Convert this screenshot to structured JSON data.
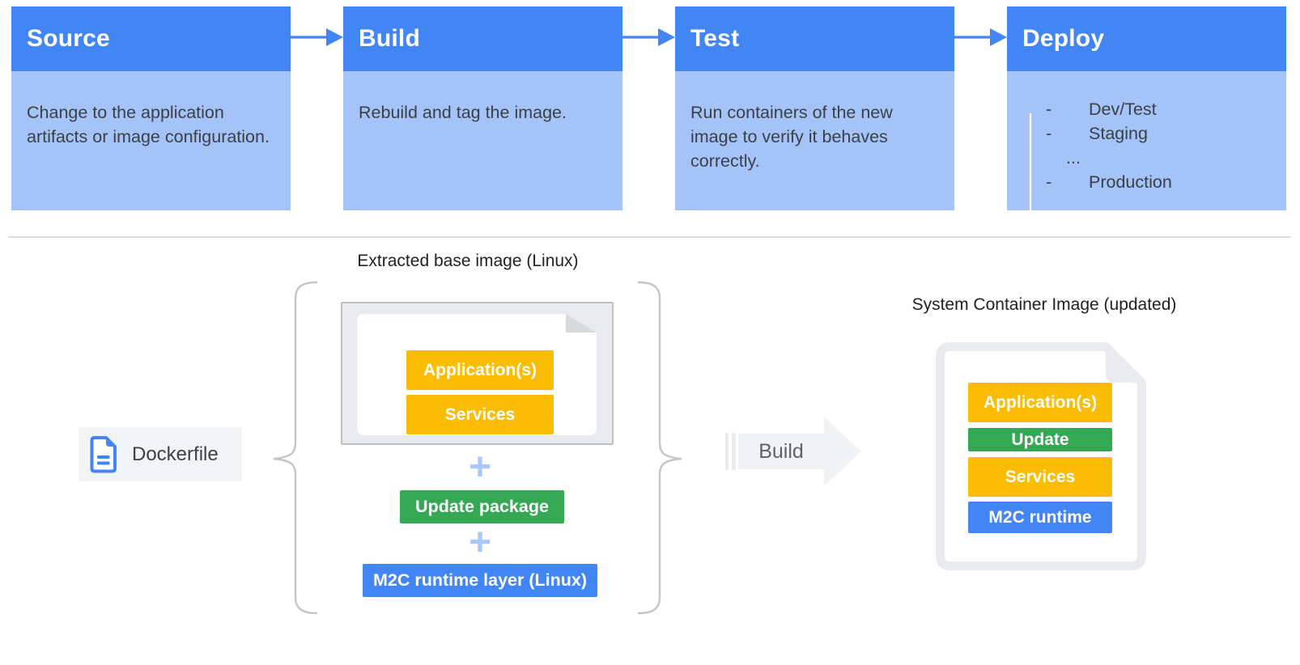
{
  "pipeline": {
    "stages": [
      {
        "title": "Source",
        "description": "Change to the application artifacts or image configuration."
      },
      {
        "title": "Build",
        "description": "Rebuild and tag the image."
      },
      {
        "title": "Test",
        "description": "Run containers of the new image to verify it behaves correctly."
      },
      {
        "title": "Deploy",
        "environments": [
          {
            "bullet": "-",
            "label": "Dev/Test"
          },
          {
            "bullet": "-",
            "label": "Staging"
          },
          {
            "bullet": "",
            "label": "..."
          },
          {
            "bullet": "-",
            "label": "Production"
          }
        ]
      }
    ]
  },
  "build_flow": {
    "extracted_base_image": {
      "label": "Extracted base image (Linux)",
      "layers": [
        "Application(s)",
        "Services"
      ]
    },
    "plus_sign": "+",
    "update_package": {
      "label": "Update package",
      "color": "#34A853"
    },
    "runtime_layer": {
      "label": "M2C runtime layer (Linux)",
      "color": "#4285F4"
    },
    "dockerfile": {
      "label": "Dockerfile"
    },
    "build_arrow": {
      "label": "Build"
    },
    "system_container_image": {
      "label": "System Container Image (updated)",
      "layers": [
        {
          "label": "Application(s)",
          "color": "#FBBC04"
        },
        {
          "label": "Update",
          "color": "#34A853"
        },
        {
          "label": "Services",
          "color": "#FBBC04"
        },
        {
          "label": "M2C runtime",
          "color": "#4285F4"
        }
      ]
    }
  },
  "colors": {
    "stage_header_blue": "#4285F4",
    "stage_body_blue": "#A4C3F9",
    "accent_yellow": "#FBBC04",
    "accent_green": "#34A853",
    "accent_blue": "#4285F4",
    "plus_blue": "#A6C8FA"
  }
}
